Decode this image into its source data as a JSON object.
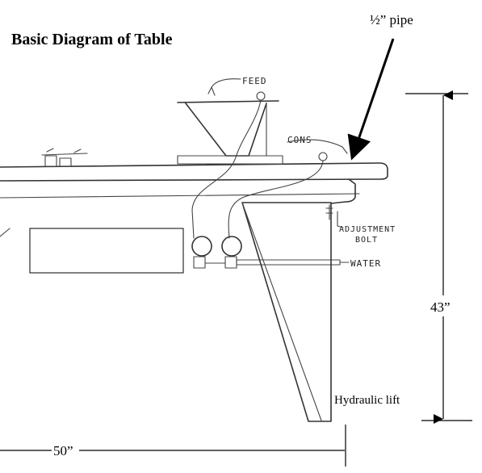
{
  "title": "Basic Diagram of Table",
  "annotations": {
    "pipe": "½” pipe",
    "feed": "FEED",
    "cons": "CONS",
    "adjustment_line1": "ADJUSTMENT",
    "adjustment_line2": "BOLT",
    "water": "WATER",
    "hydraulic_lift": "Hydraulic lift"
  },
  "dimensions": {
    "height": "43”",
    "width": "50”"
  },
  "colors": {
    "ink": "#333333",
    "text": "#000000",
    "title": "#333333"
  }
}
